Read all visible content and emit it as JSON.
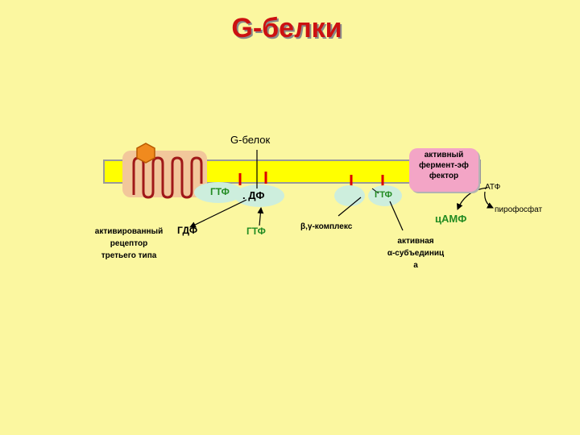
{
  "title": "G-белки",
  "labels": {
    "g_protein": "G-белок",
    "gtp_bound": "ГТФ",
    "gdp_bound": ". ДФ",
    "gdp_released": "ГДФ",
    "gtp_free": "ГТФ",
    "gtp_alpha": "ГТФ",
    "receptor": [
      "активированный",
      "рецептор",
      "третьего типа"
    ],
    "beta_gamma": "β,γ-комплекс",
    "alpha_subunit": [
      "активная",
      "α-субъединиц",
      "а"
    ],
    "enzyme": [
      "активный",
      "фермент-эф",
      "фектор"
    ],
    "atp": "АТФ",
    "camp": "цАМФ",
    "pyrophosphate": "пирофосфат"
  },
  "colors": {
    "background": "#fbf7a0",
    "title": "#cc1111",
    "membrane": "#ffff00",
    "receptor_box": "#f2c79b",
    "receptor_helix": "#a01818",
    "ligand": "#f08a1e",
    "subunit": "#cdeedd",
    "enzyme": "#f3a5c6",
    "green_text": "#228b22"
  }
}
